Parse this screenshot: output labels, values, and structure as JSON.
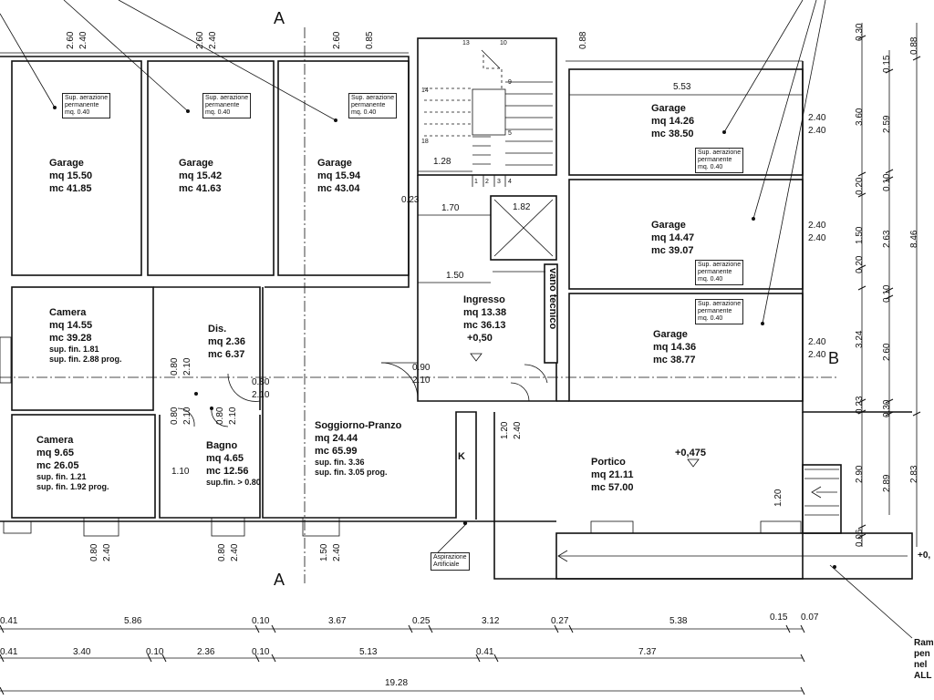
{
  "sections": {
    "a": "A",
    "b": "B"
  },
  "rooms": {
    "garage1": {
      "name": "Garage",
      "mq": "mq 15.50",
      "mc": "mc 41.85"
    },
    "garage2": {
      "name": "Garage",
      "mq": "mq 15.42",
      "mc": "mc 41.63"
    },
    "garage3": {
      "name": "Garage",
      "mq": "mq 15.94",
      "mc": "mc 43.04"
    },
    "garage4": {
      "name": "Garage",
      "mq": "mq 14.26",
      "mc": "mc 38.50"
    },
    "garage5": {
      "name": "Garage",
      "mq": "mq 14.47",
      "mc": "mc 39.07"
    },
    "garage6": {
      "name": "Garage",
      "mq": "mq 14.36",
      "mc": "mc 38.77"
    },
    "camera1": {
      "name": "Camera",
      "mq": "mq 14.55",
      "mc": "mc 39.28",
      "f1": "sup. fin. 1.81",
      "f2": "sup. fin. 2.88 prog."
    },
    "camera2": {
      "name": "Camera",
      "mq": "mq 9.65",
      "mc": "mc 26.05",
      "f1": "sup. fin. 1.21",
      "f2": "sup. fin. 1.92 prog."
    },
    "dis": {
      "name": "Dis.",
      "mq": "mq 2.36",
      "mc": "mc 6.37"
    },
    "bagno": {
      "name": "Bagno",
      "mq": "mq 4.65",
      "mc": "mc 12.56",
      "f1": "sup.fin. > 0.80"
    },
    "soggiorno": {
      "name": "Soggiorno-Pranzo",
      "mq": "mq 24.44",
      "mc": "mc 65.99",
      "f1": "sup. fin. 3.36",
      "f2": "sup. fin. 3.05 prog."
    },
    "ingresso": {
      "name": "Ingresso",
      "mq": "mq 13.38",
      "mc": "mc 36.13",
      "lvl": "+0,50"
    },
    "portico": {
      "name": "Portico",
      "mq": "mq 21.11",
      "mc": "mc 57.00",
      "lvl": "+0,475"
    }
  },
  "aerazione": {
    "l1": "Sup. aerazione",
    "l2": "permanente",
    "l3": "mq. 0.40"
  },
  "labels": {
    "vano": "vano tecnico",
    "k": "K",
    "asp1": "Aspirazione",
    "asp2": "Artificiale",
    "ramp": [
      "Ram",
      "pen",
      "nel",
      "ALL"
    ],
    "lvl_right": "+0,"
  },
  "top_dims": [
    "2.60",
    "2.40",
    "2.60",
    "2.40",
    "2.60",
    "0.85",
    "0.88"
  ],
  "inner_dims": {
    "d128": "1.28",
    "d170": "1.70",
    "d182": "1.82",
    "d150": "1.50",
    "d023": "0.23",
    "d553": "5.53",
    "d240": "2.40",
    "d090": "0.90",
    "d210": "2.10",
    "d080": "0.80",
    "d110": "1.10",
    "d120": "1.20"
  },
  "stair_numbers": [
    "1",
    "2",
    "3",
    "4",
    "5",
    "9",
    "10",
    "13",
    "14",
    "18"
  ],
  "right_dims": {
    "c1": [
      "0.30",
      "3.60",
      "0.20",
      "1.50",
      "0.20",
      "3.24",
      "0.23",
      "2.90",
      "0.06"
    ],
    "c2": [
      "0.15",
      "2.59",
      "0.10",
      "2.63",
      "0.10",
      "2.60",
      "0.30",
      "2.89"
    ],
    "c3": [
      "0.88",
      "8.46",
      "2.83"
    ]
  },
  "bottom_dims": {
    "row1": [
      "0.41",
      "5.86",
      "0.10",
      "3.67",
      "0.25",
      "3.12",
      "0.27",
      "5.38",
      "0.15",
      "0.07"
    ],
    "row2": [
      "0.41",
      "3.40",
      "0.10",
      "2.36",
      "0.10",
      "5.13",
      "0.41",
      "7.37"
    ],
    "total": "19.28"
  }
}
